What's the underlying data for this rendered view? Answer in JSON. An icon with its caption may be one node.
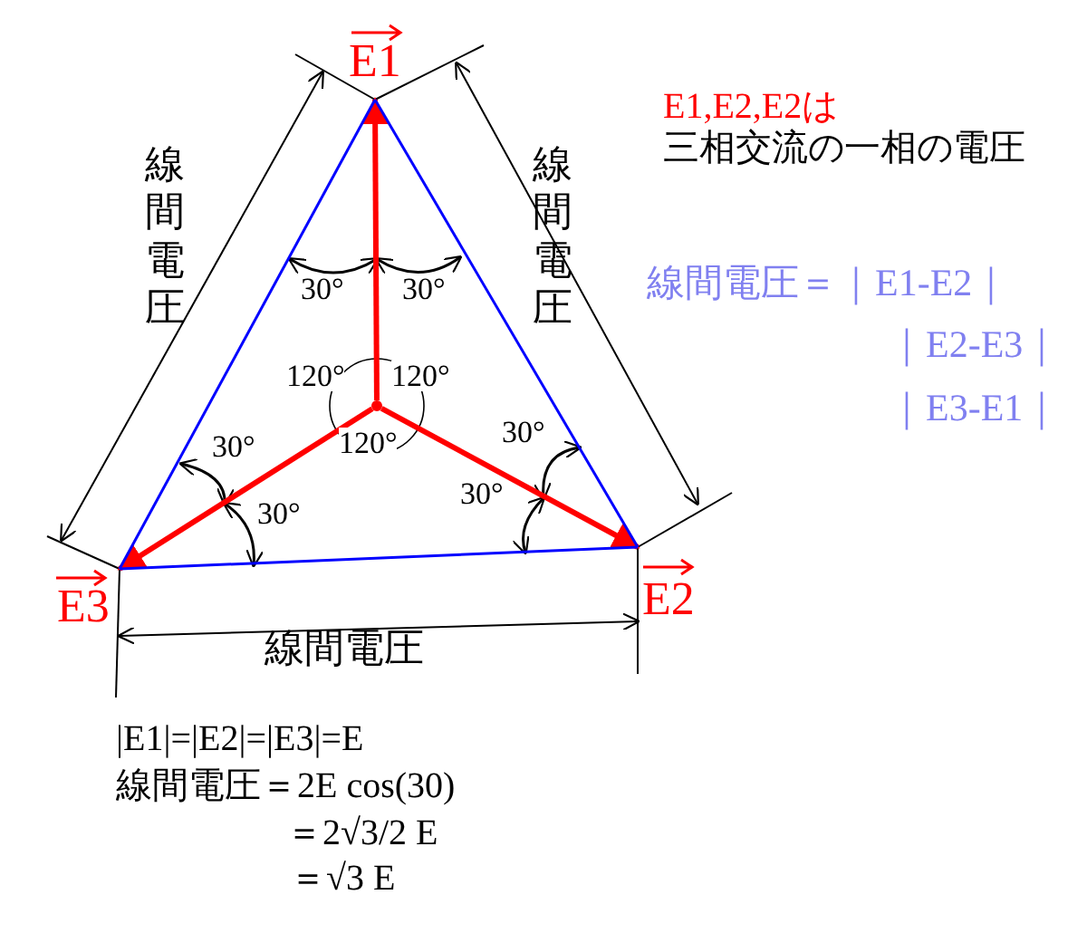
{
  "diagram": {
    "nodes": [
      {
        "text": [
          "E1"
        ]
      },
      {
        "text": [
          "E2"
        ]
      },
      {
        "text": [
          "E3"
        ]
      },
      {
        "text": [],
        "shape": "dot"
      }
    ],
    "edges": [
      {
        "from": 3,
        "to": 0,
        "arrow": "to",
        "style": "thick",
        "color": "#ff0000"
      },
      {
        "from": 3,
        "to": 1,
        "arrow": "to",
        "style": "thick",
        "color": "#ff0000"
      },
      {
        "from": 3,
        "to": 2,
        "arrow": "to",
        "style": "thick",
        "color": "#ff0000"
      },
      {
        "from": 0,
        "to": 1,
        "arrow": "none",
        "color": "#0000ff"
      },
      {
        "from": 1,
        "to": 2,
        "arrow": "none",
        "color": "#0000ff"
      },
      {
        "from": 2,
        "to": 0,
        "arrow": "none",
        "color": "#0000ff"
      }
    ],
    "labels": [
      "線間電圧",
      "線間電圧",
      "E1,E2,E2は",
      "三相交流の一相の電圧",
      "線間電圧＝｜E1-E2｜",
      "｜E2-E3｜",
      "｜E3-E1｜",
      "30°",
      "30°",
      "120°",
      "120°",
      "30°",
      "120°",
      "30°",
      "30°",
      "30°",
      "線間電圧",
      "|E1|=|E2|=|E3|=E",
      "線間電圧＝2E cos(30)",
      "＝2√3/2 E",
      "＝√3 E"
    ]
  }
}
